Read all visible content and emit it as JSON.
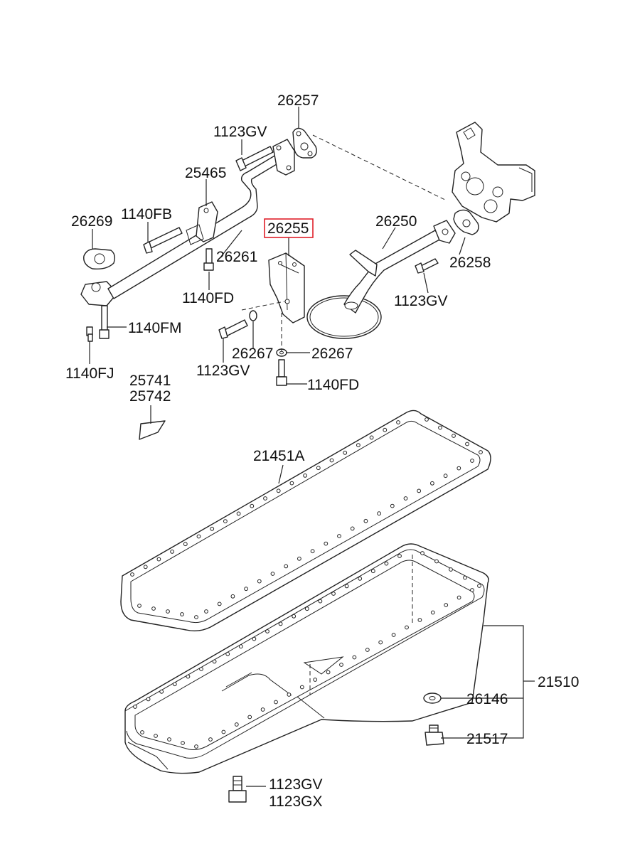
{
  "diagram": {
    "highlight_color": "#e0202a",
    "labels": {
      "p26257": "26257",
      "p1123GV_a": "1123GV",
      "p25465": "25465",
      "p26269": "26269",
      "p1140FB": "1140FB",
      "p26255": "26255",
      "p26250": "26250",
      "p26261": "26261",
      "p26258": "26258",
      "p1140FD_a": "1140FD",
      "p1123GV_b": "1123GV",
      "p1140FM": "1140FM",
      "p26267_a": "26267",
      "p26267_b": "26267",
      "p1140FJ": "1140FJ",
      "p1123GV_c": "1123GV",
      "p25741": "25741",
      "p1140FD_b": "1140FD",
      "p25742": "25742",
      "p21451A": "21451A",
      "p21510": "21510",
      "p26146": "26146",
      "p21517": "21517",
      "p1123GV_d": "1123GV",
      "p1123GX": "1123GX"
    }
  }
}
